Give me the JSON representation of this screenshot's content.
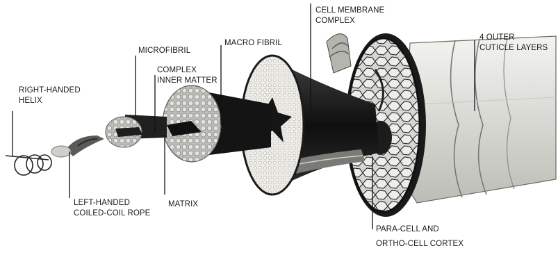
{
  "labels": {
    "right_handed_helix": [
      "RIGHT-HANDED",
      "HELIX"
    ],
    "left_handed_coiled_coil": [
      "LEFT-HANDED",
      "COILED-COIL ROPE"
    ],
    "microfibril": "MICROFIBRIL",
    "complex_inner_matter": [
      "COMPLEX",
      "INNER MATTER"
    ],
    "matrix": "MATRIX",
    "macro_fibril": "MACRO FIBRIL",
    "cell_membrane_complex": [
      "CELL MEMBRANE",
      "COMPLEX"
    ],
    "outer_cuticle_layers": [
      "4 OUTER",
      "CUTICLE  LAYERS"
    ],
    "para_ortho_cortex": [
      "PARA-CELL AND",
      "ORTHO-CELL CORTEX"
    ]
  }
}
